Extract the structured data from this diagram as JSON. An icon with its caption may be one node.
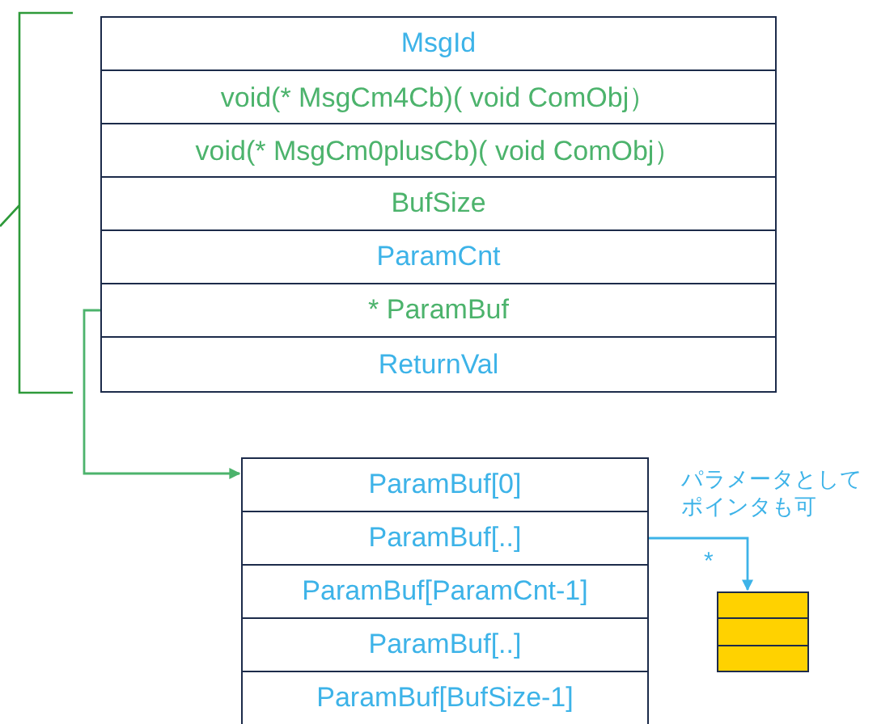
{
  "diagram": {
    "nodes": [
      {
        "text": [
          "MsgId"
        ]
      },
      {
        "text": [
          "void(* MsgCm4Cb)( void ComObj）"
        ]
      },
      {
        "text": [
          "void(* MsgCm0plusCb)( void ComObj）"
        ]
      },
      {
        "text": [
          "BufSize"
        ]
      },
      {
        "text": [
          "ParamCnt"
        ]
      },
      {
        "text": [
          "* ParamBuf"
        ]
      },
      {
        "text": [
          "ReturnVal"
        ]
      },
      {
        "text": [
          "ParamBuf[0]"
        ]
      },
      {
        "text": [
          "ParamBuf[..]"
        ]
      },
      {
        "text": [
          "ParamBuf[ParamCnt-1]"
        ]
      },
      {
        "text": [
          "ParamBuf[..]"
        ]
      },
      {
        "text": [
          "ParamBuf[BufSize-1]"
        ]
      },
      {
        "text": [],
        "shape": "box"
      }
    ],
    "edges": [
      {
        "from": 5,
        "to": 7,
        "arrow": "to",
        "color": "#4cb36c"
      },
      {
        "from": 8,
        "to": 12,
        "arrow": "to",
        "label": "*",
        "color": "#3db3e8"
      }
    ],
    "labels": [
      "パラメータとしてポインタも可"
    ]
  }
}
